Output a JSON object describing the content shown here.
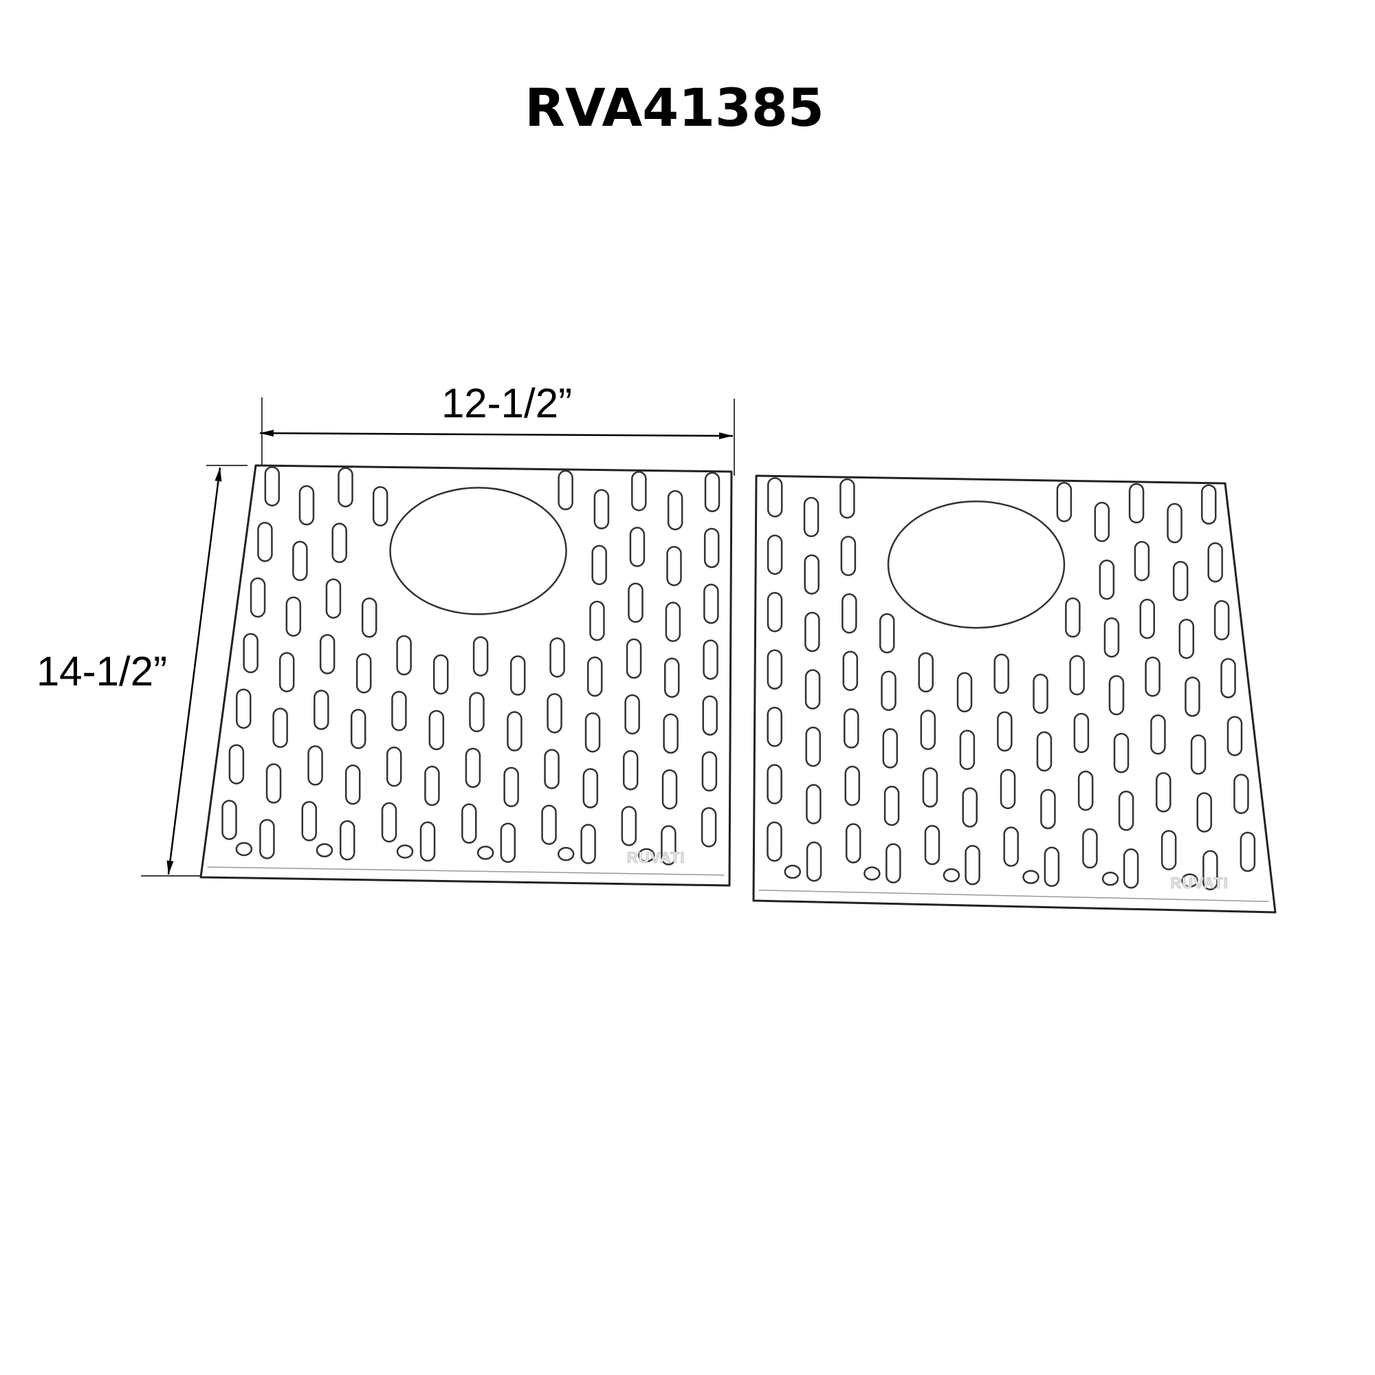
{
  "title": "RVA41385",
  "dimensions": {
    "width": "12-1/2”",
    "height": "14-1/2”"
  },
  "mats": [
    {
      "name": "left-grid",
      "logo": "RUVATI"
    },
    {
      "name": "right-grid",
      "logo": "RUVATI"
    }
  ]
}
